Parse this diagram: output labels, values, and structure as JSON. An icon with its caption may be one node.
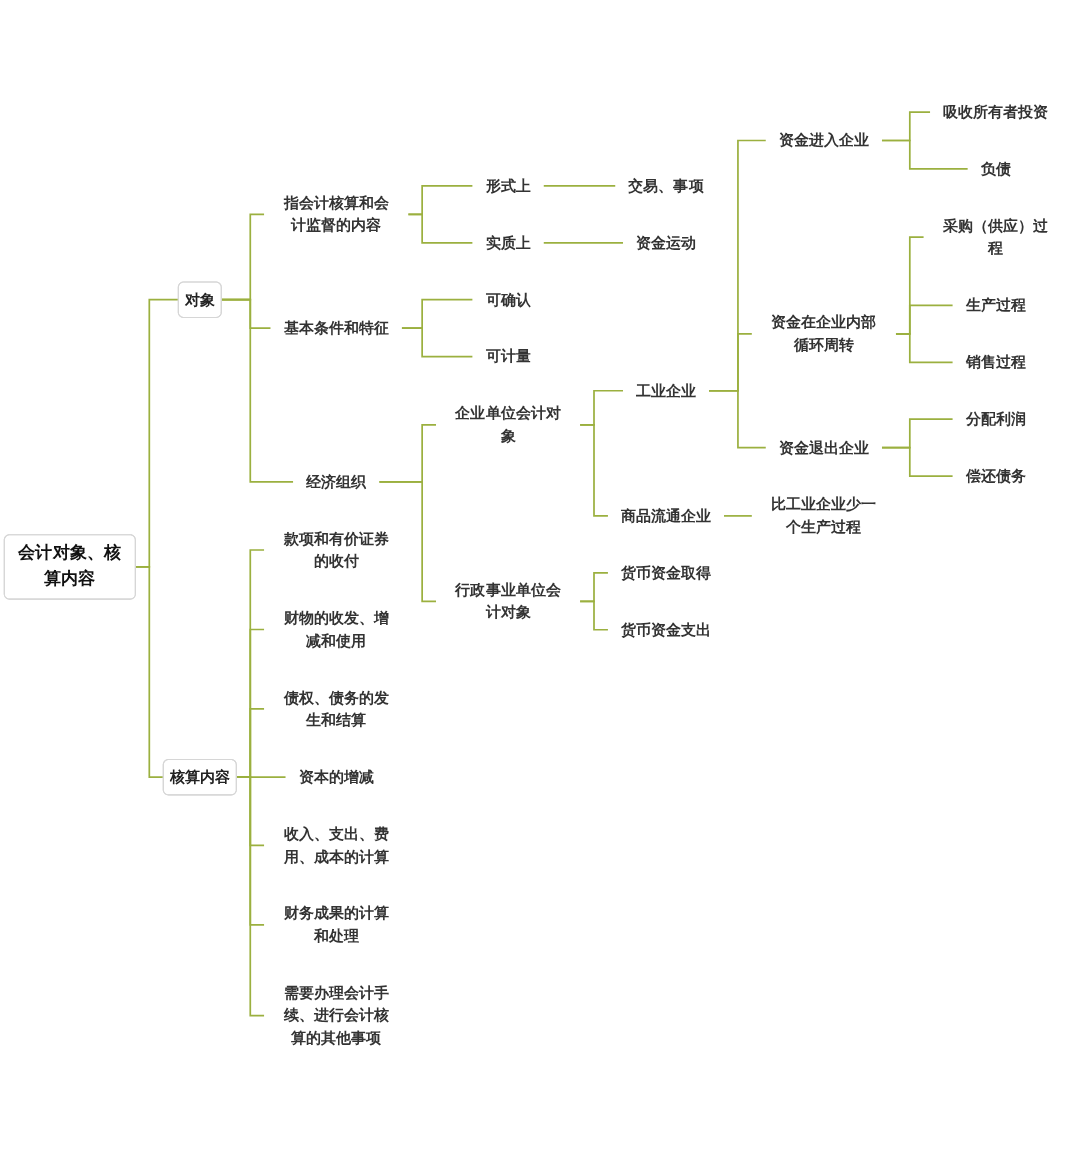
{
  "diagram": {
    "nodes": [
      {
        "text": [
          "会计对象、核算内容"
        ]
      },
      {
        "text": [
          "对象"
        ]
      },
      {
        "text": [
          "指会计核算和会计监督的内容"
        ]
      },
      {
        "text": [
          "形式上"
        ]
      },
      {
        "text": [
          "交易、事项"
        ]
      },
      {
        "text": [
          "实质上"
        ]
      },
      {
        "text": [
          "资金运动"
        ]
      },
      {
        "text": [
          "基本条件和特征"
        ]
      },
      {
        "text": [
          "可确认"
        ]
      },
      {
        "text": [
          "可计量"
        ]
      },
      {
        "text": [
          "经济组织"
        ]
      },
      {
        "text": [
          "企业单位会计对象"
        ]
      },
      {
        "text": [
          "工业企业"
        ]
      },
      {
        "text": [
          "资金进入企业"
        ]
      },
      {
        "text": [
          "吸收所有者投资"
        ]
      },
      {
        "text": [
          "负债"
        ]
      },
      {
        "text": [
          "资金在企业内部循环周转"
        ]
      },
      {
        "text": [
          "采购（供应）过程"
        ]
      },
      {
        "text": [
          "生产过程"
        ]
      },
      {
        "text": [
          "销售过程"
        ]
      },
      {
        "text": [
          "资金退出企业"
        ]
      },
      {
        "text": [
          "分配利润"
        ]
      },
      {
        "text": [
          "偿还债务"
        ]
      },
      {
        "text": [
          "商品流通企业"
        ]
      },
      {
        "text": [
          "比工业企业少一个生产过程"
        ]
      },
      {
        "text": [
          "行政事业单位会计对象"
        ]
      },
      {
        "text": [
          "货币资金取得"
        ]
      },
      {
        "text": [
          "货币资金支出"
        ]
      },
      {
        "text": [
          "核算内容"
        ]
      },
      {
        "text": [
          "款项和有价证券的收付"
        ]
      },
      {
        "text": [
          "财物的收发、增减和使用"
        ]
      },
      {
        "text": [
          "债权、债务的发生和结算"
        ]
      },
      {
        "text": [
          "资本的增减"
        ]
      },
      {
        "text": [
          "收入、支出、费用、成本的计算"
        ]
      },
      {
        "text": [
          "财务成果的计算和处理"
        ]
      },
      {
        "text": [
          "需要办理会计手续、进行会计核算的其他事项"
        ]
      }
    ],
    "edges": [
      {
        "from": 0,
        "to": 1,
        "arrow": "none"
      },
      {
        "from": 1,
        "to": 2,
        "arrow": "none"
      },
      {
        "from": 2,
        "to": 3,
        "arrow": "none"
      },
      {
        "from": 3,
        "to": 4,
        "arrow": "none"
      },
      {
        "from": 2,
        "to": 5,
        "arrow": "none"
      },
      {
        "from": 5,
        "to": 6,
        "arrow": "none"
      },
      {
        "from": 1,
        "to": 7,
        "arrow": "none"
      },
      {
        "from": 7,
        "to": 8,
        "arrow": "none"
      },
      {
        "from": 7,
        "to": 9,
        "arrow": "none"
      },
      {
        "from": 1,
        "to": 10,
        "arrow": "none"
      },
      {
        "from": 10,
        "to": 11,
        "arrow": "none"
      },
      {
        "from": 11,
        "to": 12,
        "arrow": "none"
      },
      {
        "from": 12,
        "to": 13,
        "arrow": "none"
      },
      {
        "from": 13,
        "to": 14,
        "arrow": "none"
      },
      {
        "from": 13,
        "to": 15,
        "arrow": "none"
      },
      {
        "from": 12,
        "to": 16,
        "arrow": "none"
      },
      {
        "from": 16,
        "to": 17,
        "arrow": "none"
      },
      {
        "from": 16,
        "to": 18,
        "arrow": "none"
      },
      {
        "from": 16,
        "to": 19,
        "arrow": "none"
      },
      {
        "from": 12,
        "to": 20,
        "arrow": "none"
      },
      {
        "from": 20,
        "to": 21,
        "arrow": "none"
      },
      {
        "from": 20,
        "to": 22,
        "arrow": "none"
      },
      {
        "from": 11,
        "to": 23,
        "arrow": "none"
      },
      {
        "from": 23,
        "to": 24,
        "arrow": "none"
      },
      {
        "from": 10,
        "to": 25,
        "arrow": "none"
      },
      {
        "from": 25,
        "to": 26,
        "arrow": "none"
      },
      {
        "from": 25,
        "to": 27,
        "arrow": "none"
      },
      {
        "from": 0,
        "to": 28,
        "arrow": "none"
      },
      {
        "from": 28,
        "to": 29,
        "arrow": "none"
      },
      {
        "from": 28,
        "to": 30,
        "arrow": "none"
      },
      {
        "from": 28,
        "to": 31,
        "arrow": "none"
      },
      {
        "from": 28,
        "to": 32,
        "arrow": "none"
      },
      {
        "from": 28,
        "to": 33,
        "arrow": "none"
      },
      {
        "from": 28,
        "to": 34,
        "arrow": "none"
      },
      {
        "from": 28,
        "to": 35,
        "arrow": "none"
      }
    ]
  }
}
